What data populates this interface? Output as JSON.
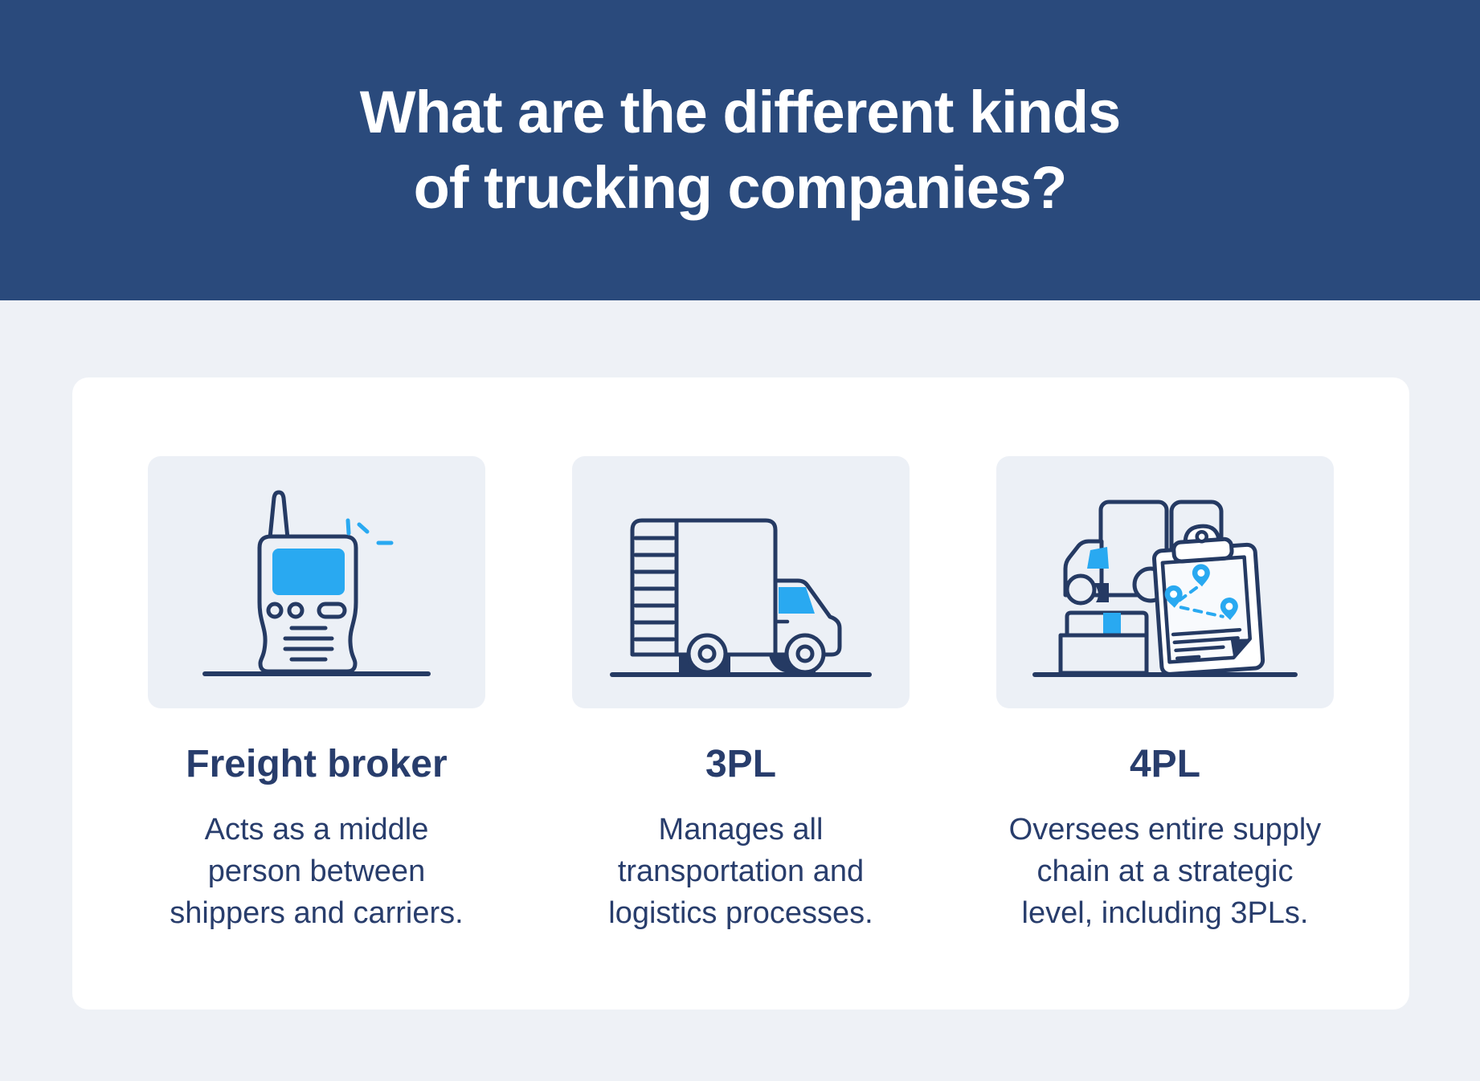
{
  "header": {
    "title_line1": "What are the different kinds",
    "title_line2": "of trucking companies?"
  },
  "colors": {
    "header_bg": "#2A4A7C",
    "page_bg": "#EEF1F6",
    "card_bg": "#FFFFFF",
    "tile_bg": "#ECF0F6",
    "outline_navy": "#253A63",
    "text_navy": "#283D6C",
    "accent_blue": "#29A9F1",
    "title_white": "#FFFFFF",
    "paper": "#F8FAFD"
  },
  "cards": [
    {
      "title": "Freight broker",
      "icon": "walkie-talkie-icon",
      "desc_lines": [
        "Acts as a middle",
        "person between",
        "shippers and carriers."
      ]
    },
    {
      "title": "3PL",
      "icon": "box-truck-icon",
      "desc_lines": [
        "Manages all",
        "transportation and",
        "logistics processes."
      ]
    },
    {
      "title": "4PL",
      "icon": "supply-chain-clipboard-icon",
      "desc_lines": [
        "Oversees entire supply",
        "chain at a strategic",
        "level, including 3PLs."
      ]
    }
  ]
}
